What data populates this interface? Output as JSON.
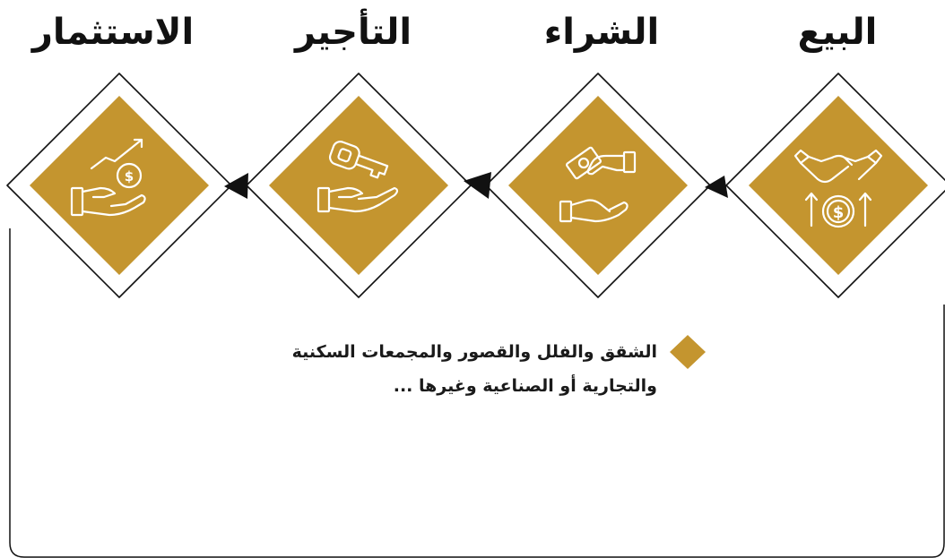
{
  "colors": {
    "accent": "#c4952f",
    "outline": "#111111",
    "icon_stroke": "#ffffff",
    "text": "#111111"
  },
  "steps": [
    {
      "title": "البيع",
      "icon": "handshake-money-icon"
    },
    {
      "title": "الشراء",
      "icon": "money-exchange-hands-icon"
    },
    {
      "title": "التأجير",
      "icon": "key-hand-icon"
    },
    {
      "title": "الاستثمار",
      "icon": "investment-growth-icon"
    }
  ],
  "description": {
    "bullet_icon": "diamond-bullet-icon",
    "line1": "الشقق والفلل والقصور والمجمعات السكنية",
    "line2": "والتجارية أو الصناعية وغيرها ..."
  }
}
